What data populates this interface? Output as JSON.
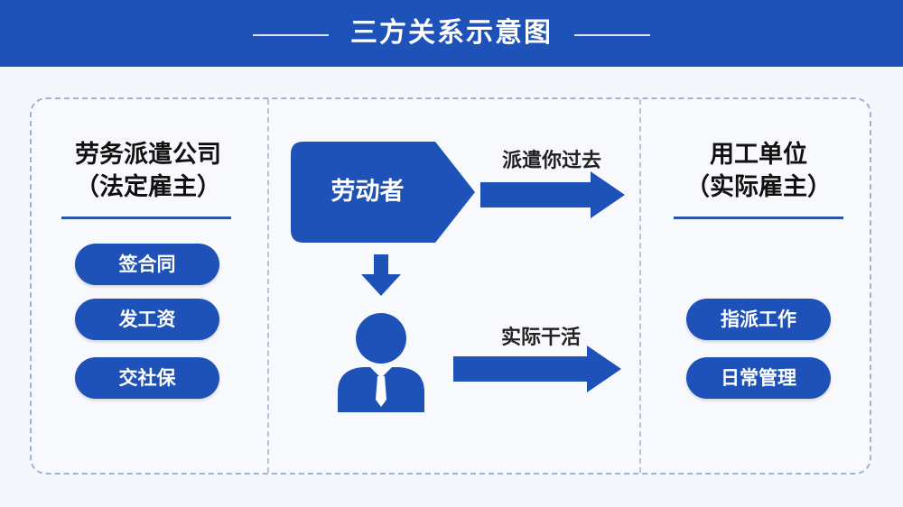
{
  "title": "三方关系示意图",
  "left": {
    "title_line1": "劳务派遣公司",
    "title_line2": "（法定雇主）",
    "duties": [
      "签合同",
      "发工资",
      "交社保"
    ]
  },
  "center": {
    "worker_label": "劳动者",
    "arrow_top_label": "派遣你过去",
    "arrow_bottom_label": "实际干活"
  },
  "right": {
    "title_line1": "用工单位",
    "title_line2": "（实际雇主）",
    "duties": [
      "指派工作",
      "日常管理"
    ]
  },
  "colors": {
    "header": "#1f52b8",
    "accent": "#1f52b8",
    "text": "#111111"
  },
  "icons": [
    "down-arrow-icon",
    "person-icon",
    "right-arrow-icon"
  ]
}
